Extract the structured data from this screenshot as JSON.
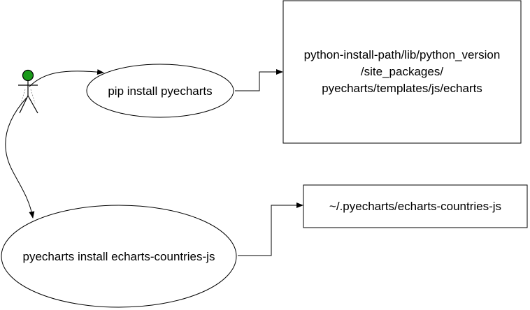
{
  "diagram": {
    "actor": {
      "icon": "stick-figure-icon",
      "head_color": "#1a9a1a"
    },
    "use_case_pip": "pip install pyecharts",
    "use_case_countries": "pyecharts install echarts-countries-js",
    "box_echarts": {
      "line1": "python-install-path/lib/python_version",
      "line2": "/site_packages/",
      "line3": "pyecharts/templates/js/echarts"
    },
    "box_countries": "~/.pyecharts/echarts-countries-js"
  }
}
